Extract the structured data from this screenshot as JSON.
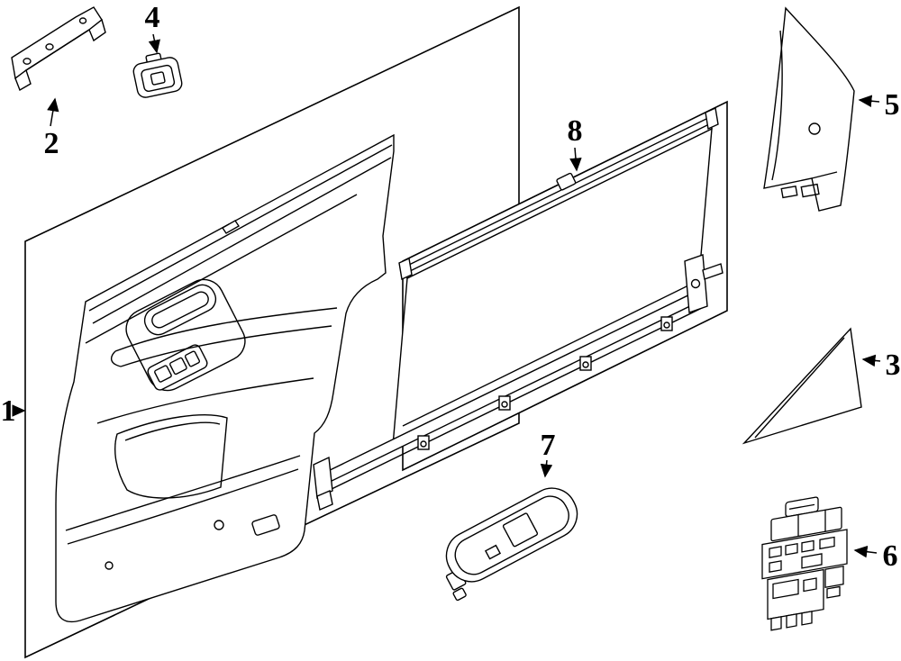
{
  "diagram": {
    "type": "exploded-parts-line-diagram",
    "background": "#ffffff",
    "line_color": "#000000",
    "callouts": [
      "1",
      "2",
      "3",
      "4",
      "5",
      "6",
      "7",
      "8"
    ]
  }
}
